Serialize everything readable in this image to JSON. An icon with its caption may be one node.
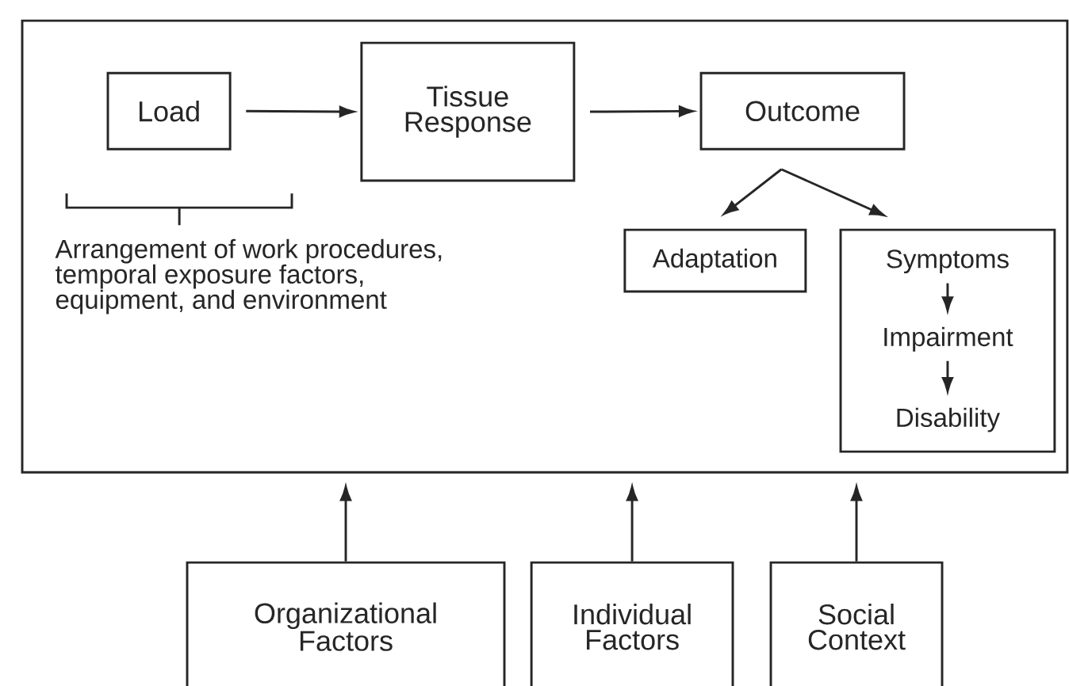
{
  "diagram": {
    "nodes": [
      {
        "text": [],
        "shape": "box"
      },
      {
        "text": [
          "Load"
        ],
        "in": 0
      },
      {
        "text": [
          "Tissue Response"
        ],
        "in": 0
      },
      {
        "text": [
          "Outcome"
        ],
        "in": 0
      },
      {
        "text": [
          "Adaptation"
        ],
        "in": 0
      },
      {
        "text": [],
        "shape": "box",
        "in": 0
      },
      {
        "text": [
          "Symptoms"
        ],
        "in": 5
      },
      {
        "text": [
          "Impairment"
        ],
        "in": 5
      },
      {
        "text": [
          "Disability"
        ],
        "in": 5
      },
      {
        "text": [
          "Organizational Factors"
        ]
      },
      {
        "text": [
          "Individual Factors"
        ]
      },
      {
        "text": [
          "Social Context"
        ]
      }
    ],
    "edges": [
      {
        "from": 1,
        "to": 2,
        "arrow": "to"
      },
      {
        "from": 2,
        "to": 3,
        "arrow": "to"
      },
      {
        "from": 3,
        "to": 4,
        "arrow": "to"
      },
      {
        "from": 3,
        "to": 5,
        "arrow": "to"
      },
      {
        "from": 6,
        "to": 7,
        "arrow": "to"
      },
      {
        "from": 7,
        "to": 8,
        "arrow": "to"
      },
      {
        "from": 9,
        "to": 0,
        "arrow": "to"
      },
      {
        "from": 10,
        "to": 0,
        "arrow": "to"
      },
      {
        "from": 11,
        "to": 0,
        "arrow": "to"
      }
    ],
    "labels": [
      "Arrangement of work procedures, temporal exposure factors, equipment, and environment"
    ]
  }
}
